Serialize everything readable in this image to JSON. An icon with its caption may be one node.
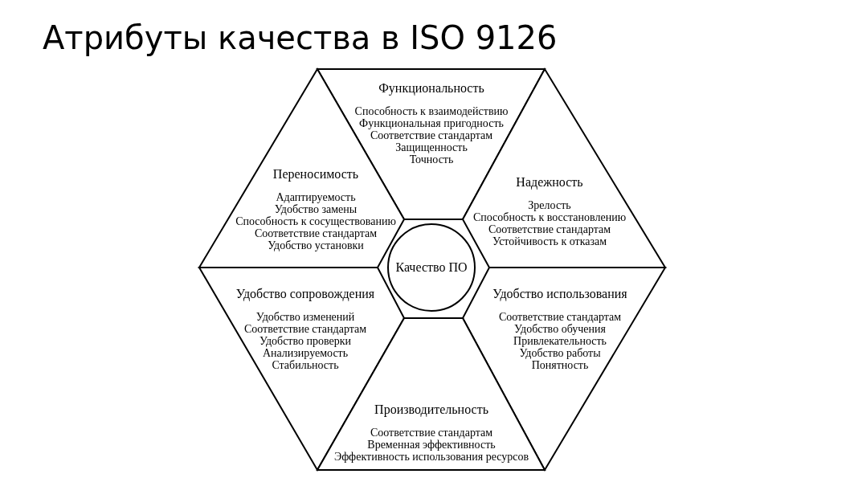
{
  "diagram": {
    "title": "Атрибуты качества в ISO 9126",
    "nodes": [
      {
        "text": [
          "Функциональность",
          "Способность к взаимодействию",
          "Функциональная пригодность",
          "Соответствие стандартам",
          "Защищенность",
          "Точность"
        ]
      },
      {
        "text": [
          "Переносимость",
          "Адаптируемость",
          "Удобство замены",
          "Способность к сосуществованию",
          "Соответствие стандартам",
          "Удобство установки"
        ]
      },
      {
        "text": [
          "Надежность",
          "Зрелость",
          "Способность к восстановлению",
          "Соответствие стандартам",
          "Устойчивость к отказам"
        ]
      },
      {
        "text": [
          "Качество ПО"
        ]
      },
      {
        "text": [
          "Удобство сопровождения",
          "Удобство изменений",
          "Соответствие стандартам",
          "Удобство проверки",
          "Анализируемость",
          "Стабильность"
        ]
      },
      {
        "text": [
          "Удобство использования",
          "Соответствие стандартам",
          "Удобство обучения",
          "Привлекательность",
          "Удобство работы",
          "Понятность"
        ]
      },
      {
        "text": [
          "Производительность",
          "Соответствие стандартам",
          "Временная эффективность",
          "Эффективность использования ресурсов"
        ]
      }
    ]
  }
}
